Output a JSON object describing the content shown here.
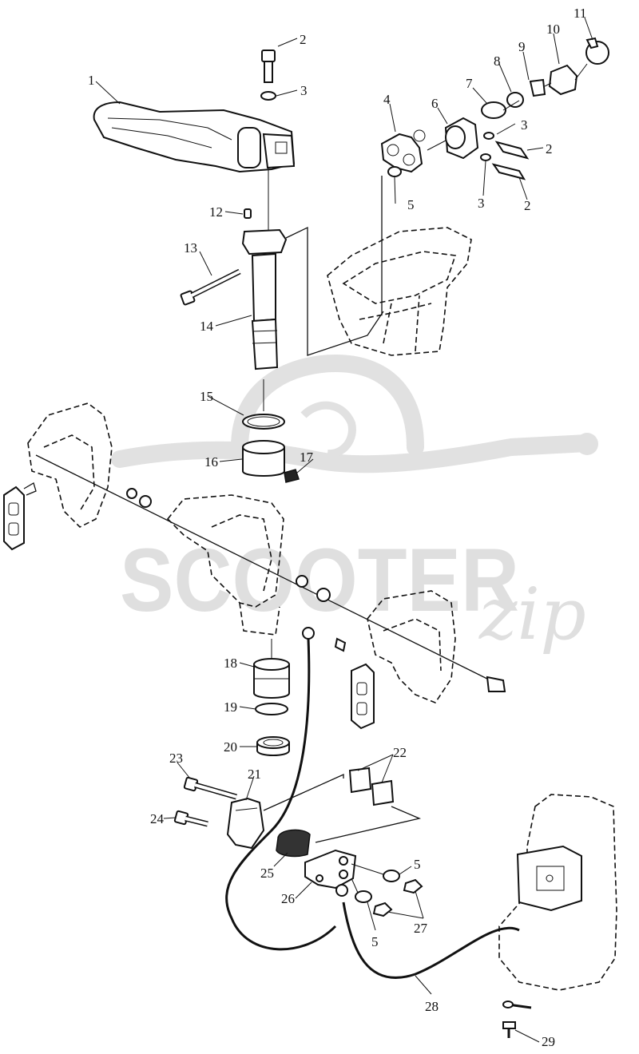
{
  "watermark": {
    "brand": "SCOOTER",
    "script": "zip"
  },
  "callouts": [
    {
      "id": "c2a",
      "label": "2"
    },
    {
      "id": "c3a",
      "label": "3"
    },
    {
      "id": "c1",
      "label": "1"
    },
    {
      "id": "c11",
      "label": "11"
    },
    {
      "id": "c10",
      "label": "10"
    },
    {
      "id": "c9",
      "label": "9"
    },
    {
      "id": "c8",
      "label": "8"
    },
    {
      "id": "c7",
      "label": "7"
    },
    {
      "id": "c6",
      "label": "6"
    },
    {
      "id": "c4",
      "label": "4"
    },
    {
      "id": "c3b",
      "label": "3"
    },
    {
      "id": "c2b",
      "label": "2"
    },
    {
      "id": "c5a",
      "label": "5"
    },
    {
      "id": "c3c",
      "label": "3"
    },
    {
      "id": "c2c",
      "label": "2"
    },
    {
      "id": "c12",
      "label": "12"
    },
    {
      "id": "c13",
      "label": "13"
    },
    {
      "id": "c14",
      "label": "14"
    },
    {
      "id": "c15",
      "label": "15"
    },
    {
      "id": "c16",
      "label": "16"
    },
    {
      "id": "c17",
      "label": "17"
    },
    {
      "id": "c18",
      "label": "18"
    },
    {
      "id": "c19",
      "label": "19"
    },
    {
      "id": "c20",
      "label": "20"
    },
    {
      "id": "c22",
      "label": "22"
    },
    {
      "id": "c23",
      "label": "23"
    },
    {
      "id": "c21",
      "label": "21"
    },
    {
      "id": "c24",
      "label": "24"
    },
    {
      "id": "c25",
      "label": "25"
    },
    {
      "id": "c5b",
      "label": "5"
    },
    {
      "id": "c26",
      "label": "26"
    },
    {
      "id": "c27",
      "label": "27"
    },
    {
      "id": "c5c",
      "label": "5"
    },
    {
      "id": "c28",
      "label": "28"
    },
    {
      "id": "c29",
      "label": "29"
    }
  ]
}
